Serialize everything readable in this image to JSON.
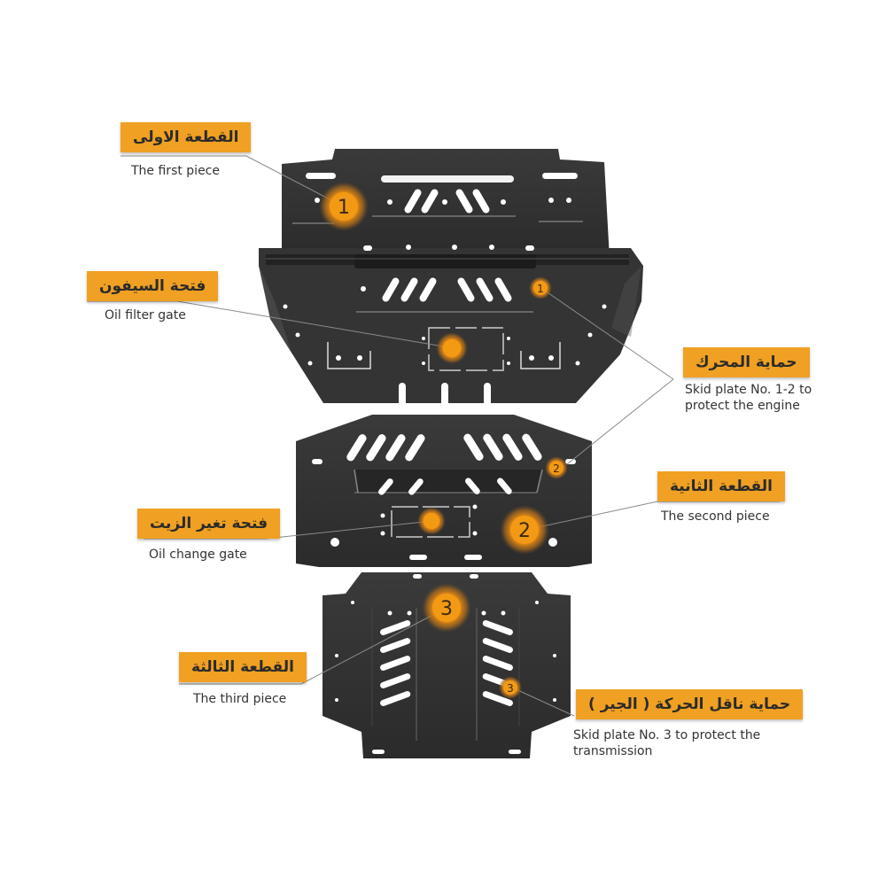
{
  "labels": {
    "first": {
      "ar": "القطعة الاولى",
      "en": "The first piece"
    },
    "siphon": {
      "ar": "فتحة السيفون",
      "en": "Oil filter gate"
    },
    "engine": {
      "ar": "حماية المحرك",
      "en": "Skid plate No. 1-2 to",
      "en2": "protect the engine"
    },
    "second": {
      "ar": "القطعة الثانية",
      "en": "The second piece"
    },
    "oil": {
      "ar": "فتحة تغير الزيت",
      "en": "Oil change gate"
    },
    "third": {
      "ar": "القطعة الثالثة",
      "en": "The third piece"
    },
    "gear": {
      "ar": "حماية ناقل الحركة ( الجير )",
      "en": "Skid plate No. 3 to protect the",
      "en2": "transmission"
    }
  },
  "markers": {
    "m1_big": "1",
    "m1_small": "1",
    "m2_big": "2",
    "m2_small": "2",
    "m3_big": "3",
    "m3_small": "3"
  },
  "colors": {
    "accent": "#f0a022",
    "plate": "#333333",
    "slot": "#ffffff"
  }
}
